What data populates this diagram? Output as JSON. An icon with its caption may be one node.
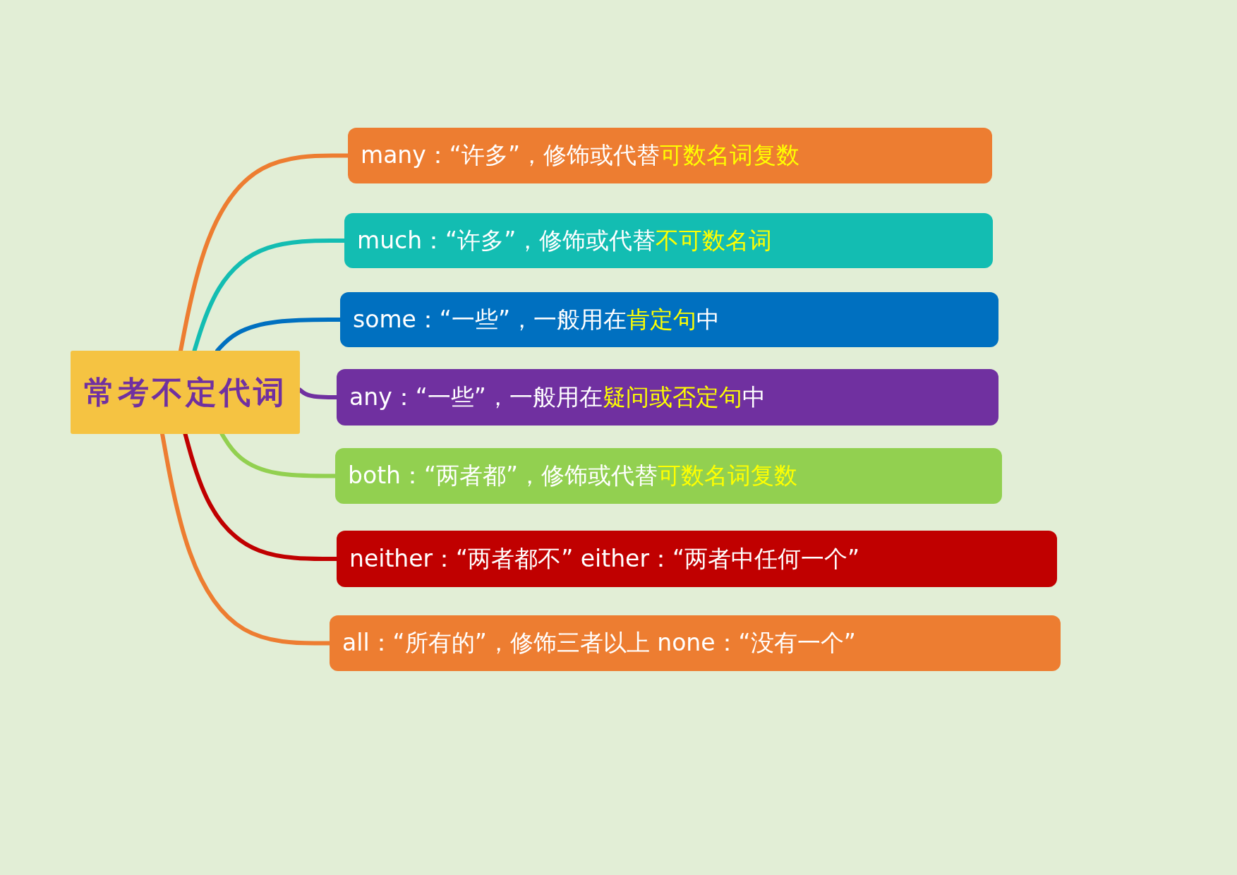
{
  "diagram": {
    "nodes": [
      {
        "text": [
          "常考不定代词"
        ]
      },
      {
        "text": [
          "many：“许多”，修饰或代替**可数名词复数**"
        ]
      },
      {
        "text": [
          "much：“许多”，修饰或代替**不可数名词**"
        ]
      },
      {
        "text": [
          "some：“一些”，一般用在**肯定句**中"
        ]
      },
      {
        "text": [
          "any：“一些”，一般用在**疑问或否定句**中"
        ]
      },
      {
        "text": [
          "both：“两者都”，修饰或代替**可数名词复数**"
        ]
      },
      {
        "text": [
          "neither：“两者都不” either：“两者中任何一个”"
        ]
      },
      {
        "text": [
          "all：“所有的”，修饰三者以上 none：“没有一个”"
        ]
      }
    ],
    "edges": [
      {
        "from": 0,
        "to": 1,
        "arrow": "none",
        "color": "#ed7d31"
      },
      {
        "from": 0,
        "to": 2,
        "arrow": "none",
        "color": "#13bdb2"
      },
      {
        "from": 0,
        "to": 3,
        "arrow": "none",
        "color": "#0070c0"
      },
      {
        "from": 0,
        "to": 4,
        "arrow": "none",
        "color": "#7030a0"
      },
      {
        "from": 0,
        "to": 5,
        "arrow": "none",
        "color": "#92d050"
      },
      {
        "from": 0,
        "to": 6,
        "arrow": "none",
        "color": "#c00000"
      },
      {
        "from": 0,
        "to": 7,
        "arrow": "none",
        "color": "#ed7d31"
      }
    ]
  }
}
